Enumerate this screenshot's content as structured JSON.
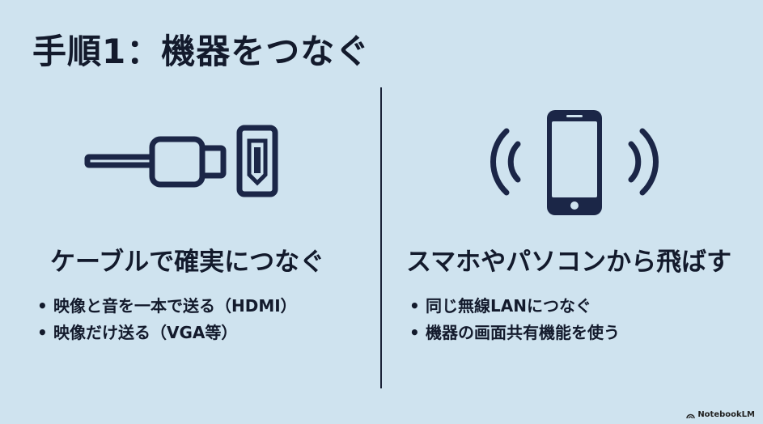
{
  "title": "手順1：機器をつなぐ",
  "left_panel": {
    "icon": "hdmi-cable-icon",
    "heading": "ケーブルで確実につなぐ",
    "bullets": [
      "映像と音を一本で送る（HDMI）",
      "映像だけ送る（VGA等）"
    ]
  },
  "right_panel": {
    "icon": "smartphone-wireless-icon",
    "heading": "スマホやパソコンから飛ばす",
    "bullets": [
      "同じ無線LANにつなぐ",
      "機器の画面共有機能を使う"
    ]
  },
  "bullet_symbol": "•",
  "footer": {
    "brand": "NotebookLM"
  },
  "colors": {
    "background": "#cfe3ef",
    "ink": "#131a2c",
    "icon": "#1b2647"
  }
}
